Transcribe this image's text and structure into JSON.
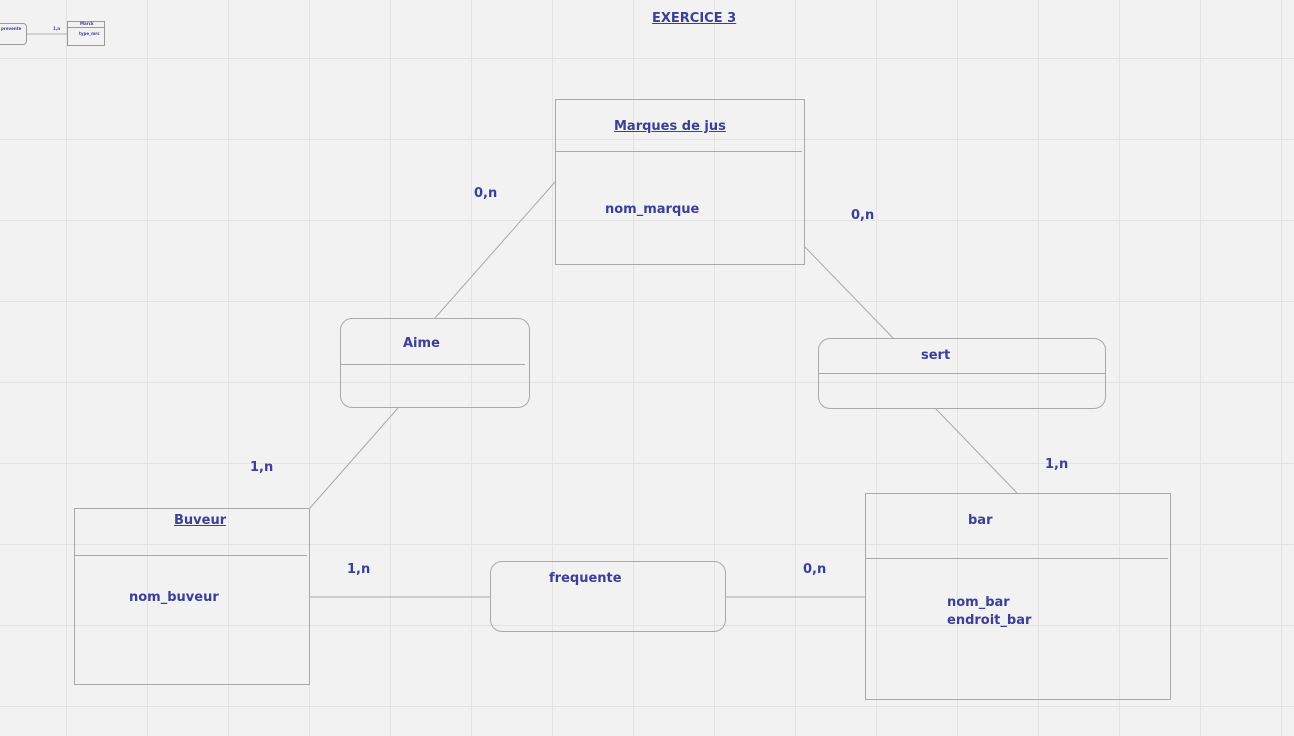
{
  "title": "EXERCICE 3",
  "entities": {
    "marques": {
      "name": "Marques de jus",
      "attribute": "nom_marque"
    },
    "buveur": {
      "name": "Buveur",
      "attribute": "nom_buveur"
    },
    "bar": {
      "name": "bar",
      "attributes": [
        "nom_bar",
        "endroit_bar"
      ]
    }
  },
  "associations": {
    "aime": {
      "name": "Aime"
    },
    "sert": {
      "name": "sert"
    },
    "frequente": {
      "name": "frequente"
    }
  },
  "cardinalities": {
    "aime_marques": "0,n",
    "aime_buveur": "1,n",
    "sert_marques": "0,n",
    "sert_bar": "1,n",
    "frequente_buveur": "1,n",
    "frequente_bar": "0,n"
  },
  "minimap": {
    "left_label": "prevente",
    "cardinality": "1,n",
    "box_title": "Marck",
    "box_attr": "type_mrc"
  },
  "colors": {
    "text": "#3c3f9a",
    "border": "#a9a9a9",
    "background": "#f2f2f2"
  }
}
